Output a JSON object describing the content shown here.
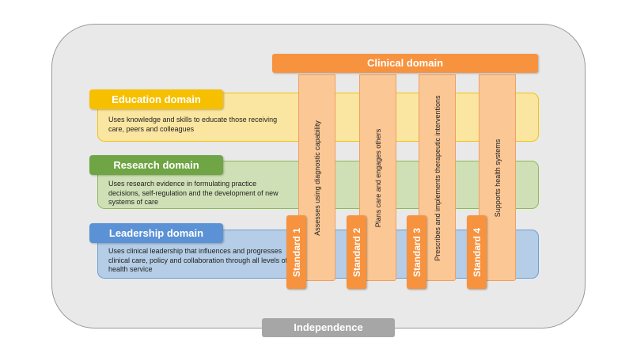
{
  "clinical_domain": "Clinical  domain",
  "domains": {
    "education": {
      "title": "Education domain",
      "description": "Uses knowledge and skills to educate those receiving care, peers and colleagues"
    },
    "research": {
      "title": "Research domain",
      "description": "Uses research evidence in formulating practice decisions, self-regulation and the development of new systems of care"
    },
    "leadership": {
      "title": "Leadership domain",
      "description": "Uses clinical leadership that influences and progresses clinical care, policy and collaboration through all levels of health service"
    }
  },
  "standards": [
    {
      "label": "Standard 1",
      "description": "Assesses using diagnostic capability"
    },
    {
      "label": "Standard 2",
      "description": "Plans care and engages others"
    },
    {
      "label": "Standard 3",
      "description": "Prescribes and implements therapeutic interventions"
    },
    {
      "label": "Standard 4",
      "description": "Supports health systems"
    }
  ],
  "independence": "Independence",
  "colors": {
    "education": "#f6c000",
    "research": "#6fa544",
    "leadership": "#5b92d5",
    "clinical": "#f7923e",
    "independence": "#a6a6a6"
  }
}
